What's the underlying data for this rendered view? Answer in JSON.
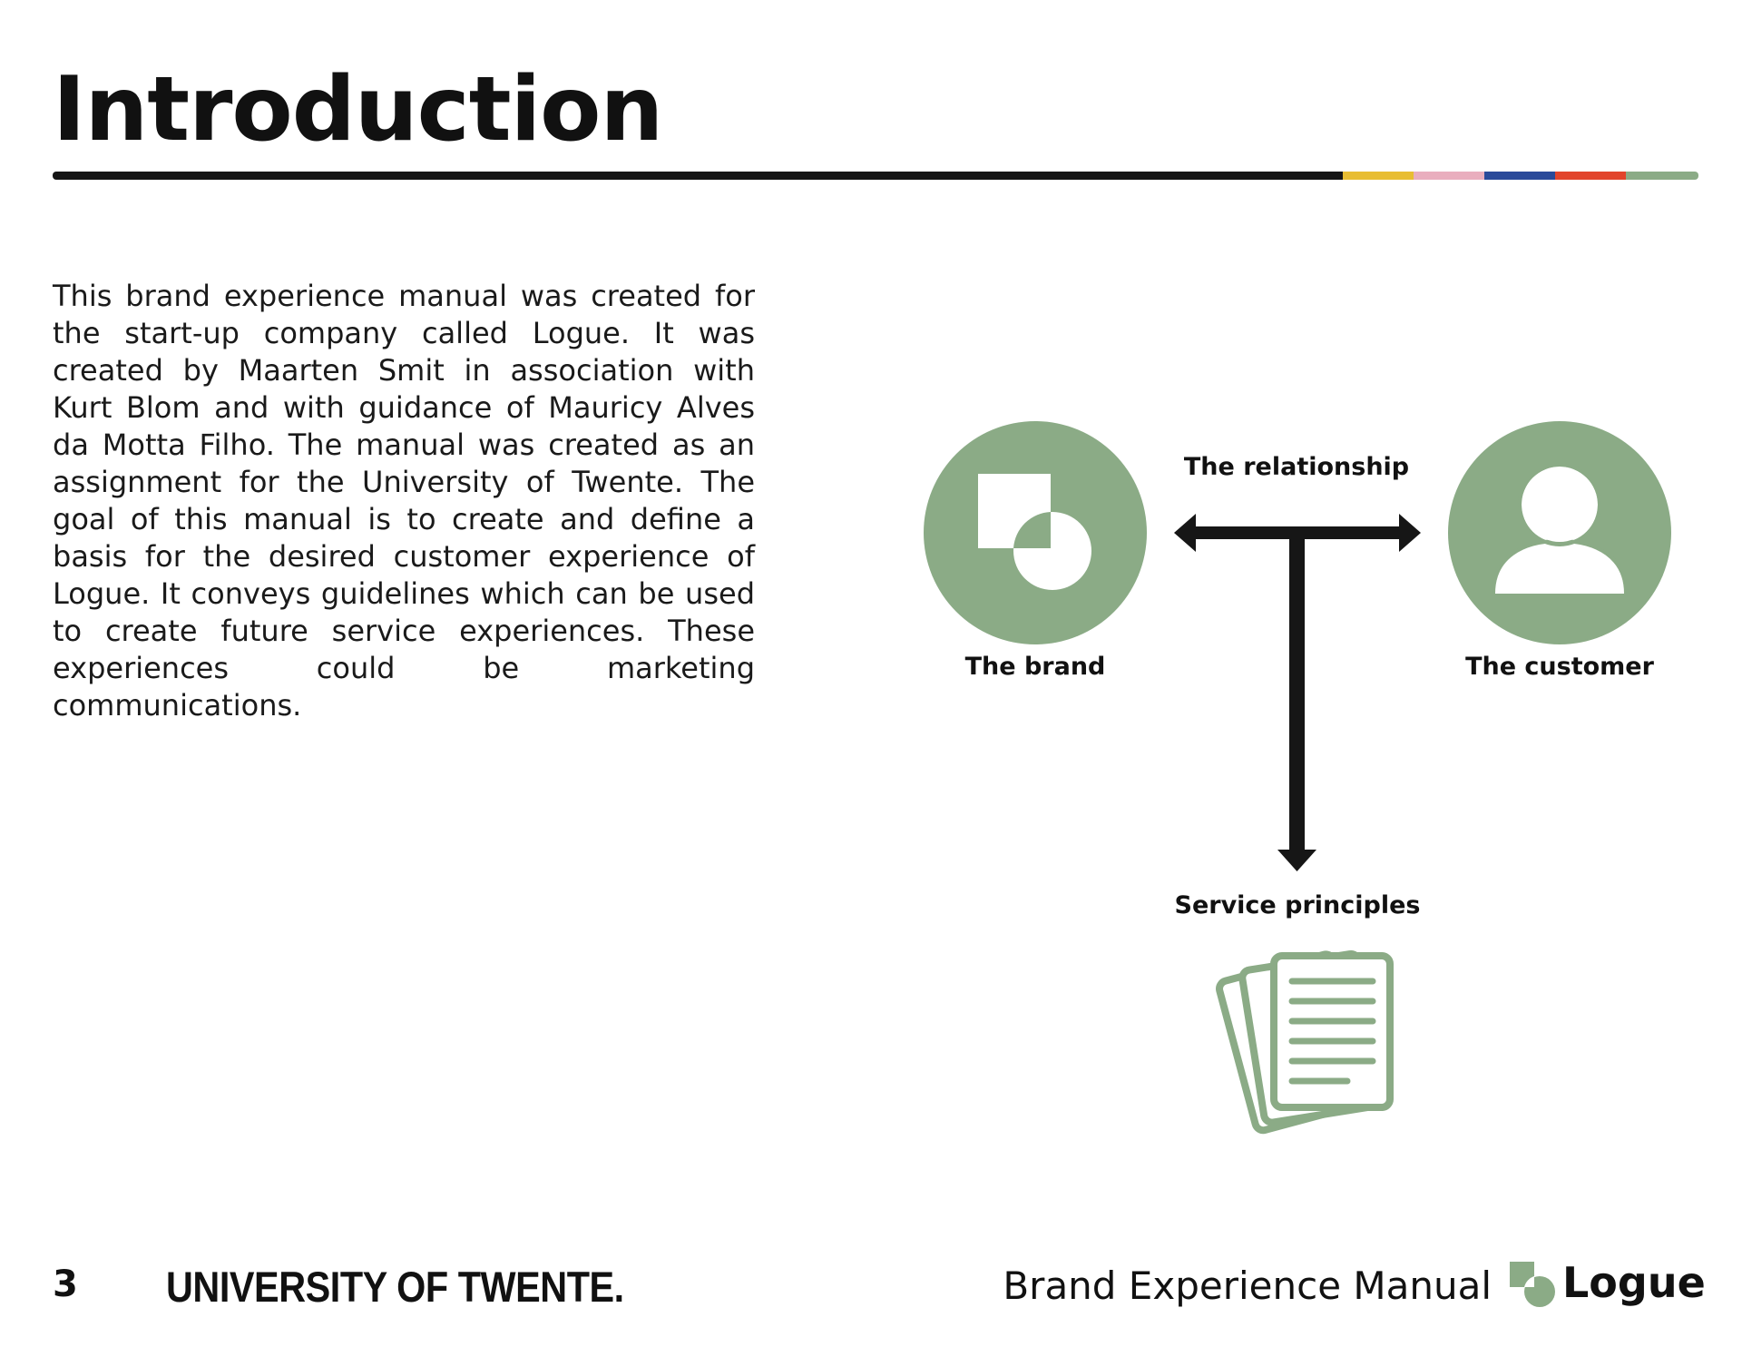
{
  "page": {
    "title": "Introduction",
    "rule_colors": [
      "#161616",
      "#e8bd32",
      "#e9aebe",
      "#2a4a9a",
      "#e2442c",
      "#8bab86"
    ],
    "accent_color": "#8bab86",
    "body": "This brand experience manual was created for the start-up company called Logue. It was created by Maarten Smit in association with Kurt Blom and with guidance of  Mauricy Alves da Motta Filho. The manual was created as an assignment for the University of Twente. The goal of this manual is to create and define a basis for the desired customer experience of Logue. It conveys guidelines which can be used to create future service experiences. These experiences could be marketing communications."
  },
  "diagram": {
    "brand_label": "The brand",
    "relationship_label": "The relationship",
    "customer_label": "The customer",
    "principles_label": "Service principles",
    "icons": [
      "brand-shapes-icon",
      "user-icon",
      "documents-icon",
      "double-arrow-icon",
      "down-arrow-icon"
    ]
  },
  "footer": {
    "page_number": "3",
    "university": "UNIVERSITY OF TWENTE.",
    "manual_title": "Brand Experience Manual",
    "brand": "Logue"
  }
}
